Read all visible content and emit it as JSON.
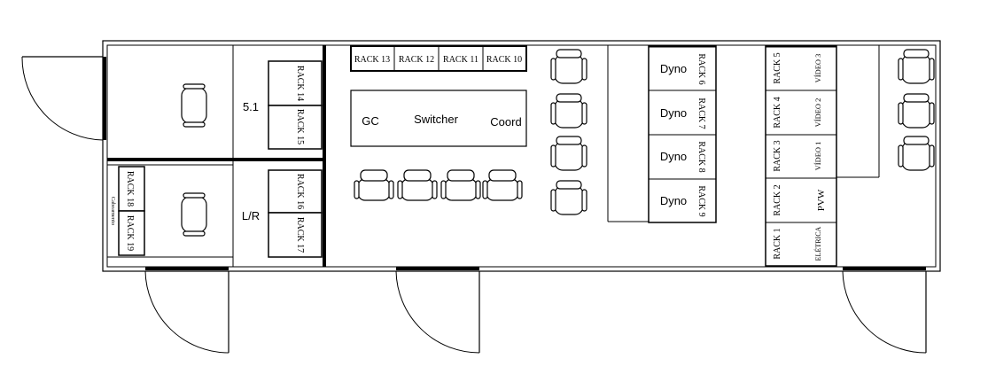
{
  "rooms": {
    "audio_51": "5.1",
    "audio_lr": "L/R",
    "cabling": "Cabeamento"
  },
  "control": {
    "gc": "GC",
    "switcher": "Switcher",
    "coord": "Coord"
  },
  "racks": {
    "r1": "RACK 1",
    "r2": "RACK 2",
    "r3": "RACK 3",
    "r4": "RACK 4",
    "r5": "RACK 5",
    "r6": "RACK 6",
    "r7": "RACK 7",
    "r8": "RACK 8",
    "r9": "RACK 9",
    "r10": "RACK 10",
    "r11": "RACK 11",
    "r12": "RACK 12",
    "r13": "RACK 13",
    "r14": "RACK 14",
    "r15": "RACK 15",
    "r16": "RACK 16",
    "r17": "RACK 17",
    "r18": "RACK 18",
    "r19": "RACK 19"
  },
  "rack_labels": {
    "eletrica": "ELÉTRICA",
    "pvw": "PVW",
    "video1": "VÍDEO 1",
    "video2": "VÍDEO 2",
    "video3": "VÍDEO 3"
  },
  "dyno": {
    "d1": "Dyno",
    "d2": "Dyno",
    "d3": "Dyno",
    "d4": "Dyno"
  }
}
